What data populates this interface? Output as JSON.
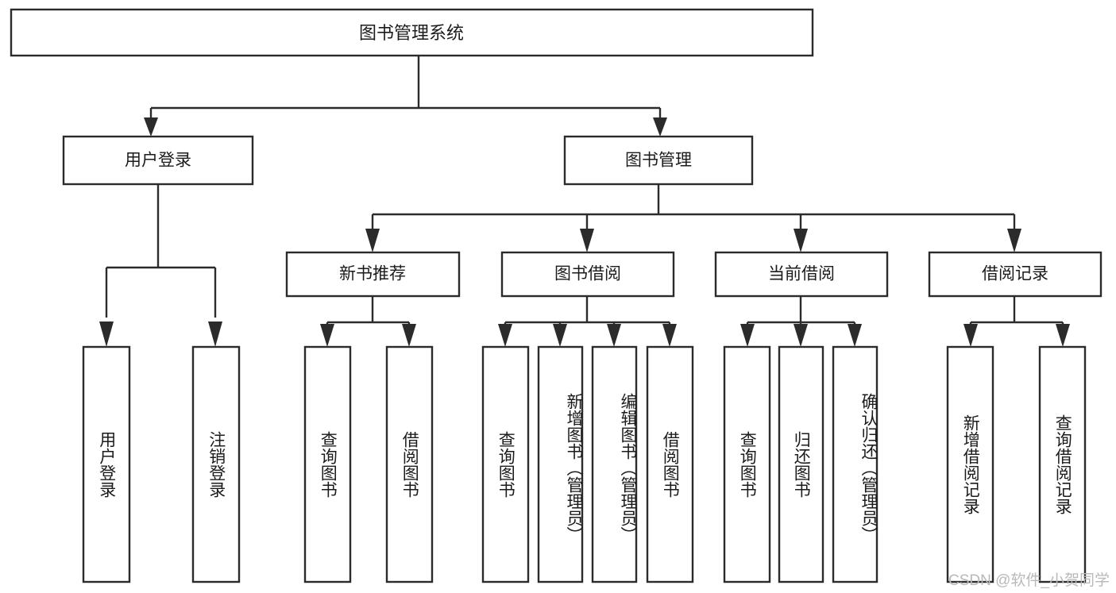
{
  "diagram": {
    "title": "图书管理系统",
    "type": "tree-hierarchy-chart",
    "watermark": "CSDN @软件_小贺同学",
    "colors": {
      "stroke": "#2b2b2b",
      "fill": "#ffffff",
      "text": "#1b1b1b",
      "watermark": "#b9b9b9"
    },
    "levels": {
      "root": {
        "label": "图书管理系统"
      },
      "level2": [
        {
          "label": "用户登录"
        },
        {
          "label": "图书管理"
        }
      ],
      "level3": [
        {
          "label": "新书推荐"
        },
        {
          "label": "图书借阅"
        },
        {
          "label": "当前借阅"
        },
        {
          "label": "借阅记录"
        }
      ],
      "leaves": [
        {
          "label": "用户登录",
          "parent": "用户登录"
        },
        {
          "label": "注销登录",
          "parent": "用户登录"
        },
        {
          "label": "查询图书",
          "parent": "新书推荐"
        },
        {
          "label": "借阅图书",
          "parent": "新书推荐"
        },
        {
          "label": "查询图书",
          "parent": "图书借阅"
        },
        {
          "label": "新增图书（管理员）",
          "parent": "图书借阅"
        },
        {
          "label": "编辑图书（管理员）",
          "parent": "图书借阅"
        },
        {
          "label": "借阅图书",
          "parent": "图书借阅"
        },
        {
          "label": "查询图书",
          "parent": "当前借阅"
        },
        {
          "label": "归还图书",
          "parent": "当前借阅"
        },
        {
          "label": "确认归还（管理员）",
          "parent": "当前借阅"
        },
        {
          "label": "新增借阅记录",
          "parent": "借阅记录"
        },
        {
          "label": "查询借阅记录",
          "parent": "借阅记录"
        }
      ]
    }
  }
}
